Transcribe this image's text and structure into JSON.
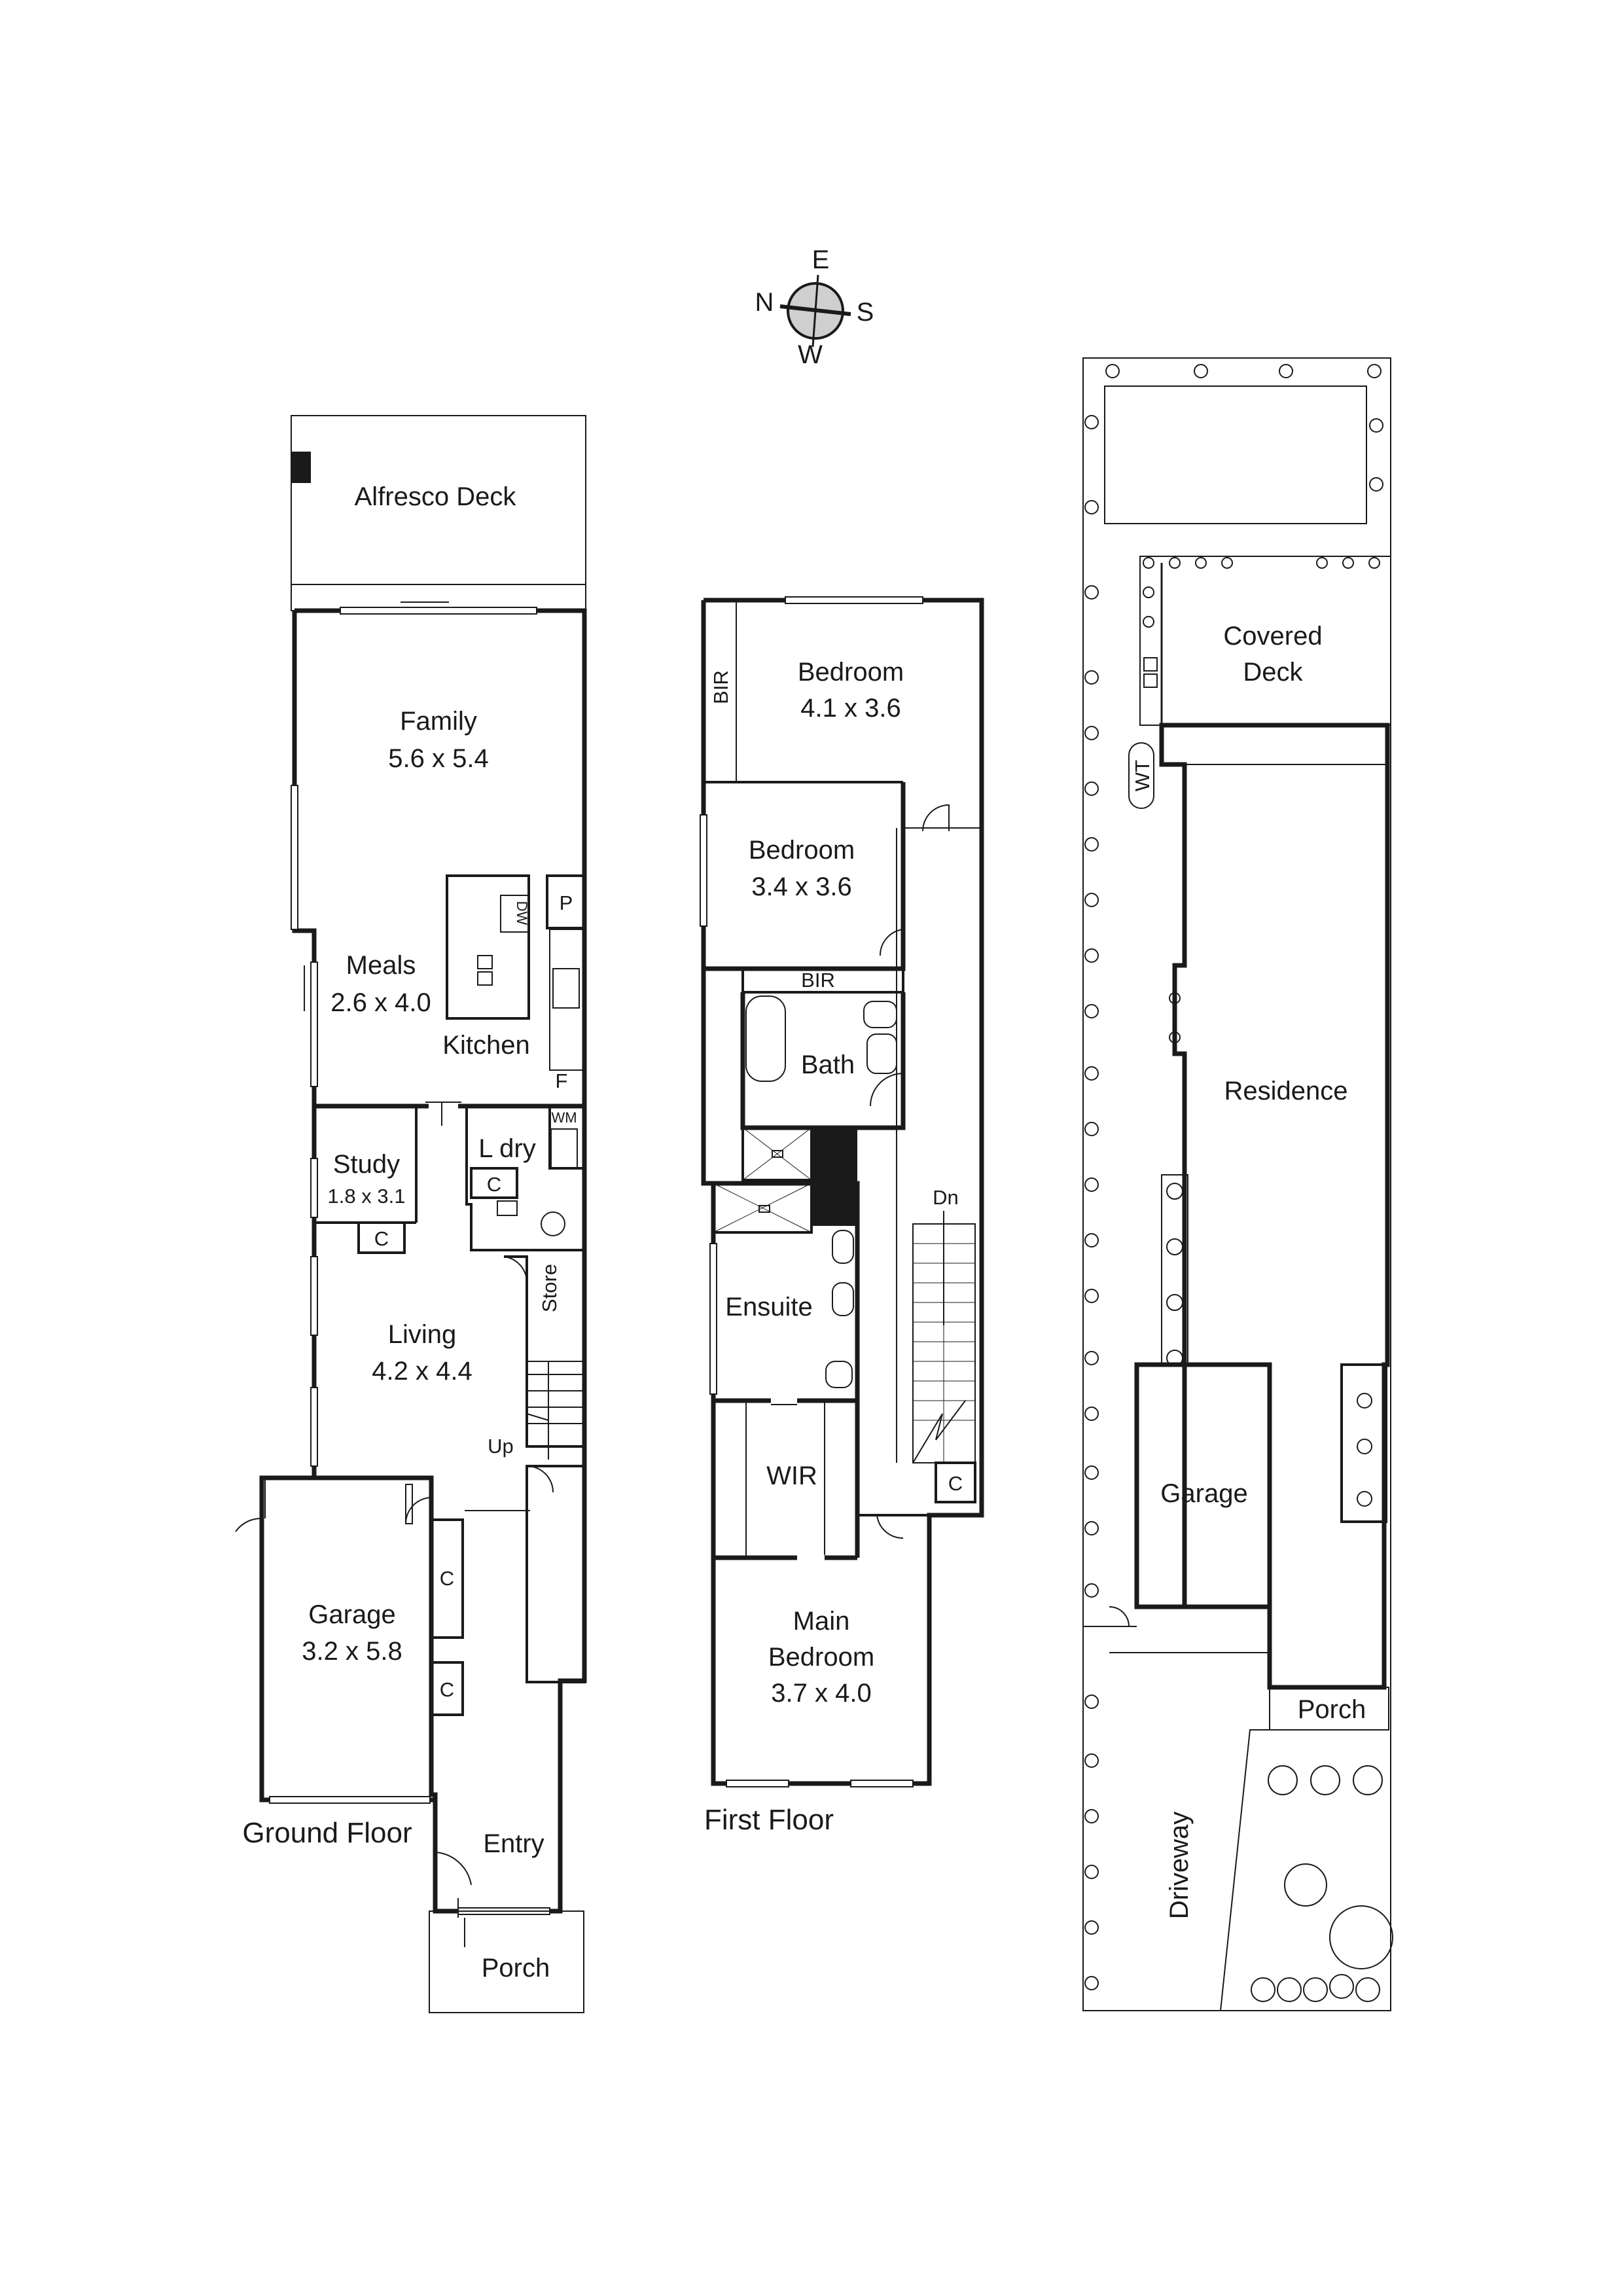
{
  "compass": {
    "n": "N",
    "e": "E",
    "s": "S",
    "w": "W"
  },
  "ground_floor": {
    "caption": "Ground Floor",
    "alfresco": "Alfresco Deck",
    "family": {
      "name": "Family",
      "size": "5.6 x 5.4"
    },
    "meals": {
      "name": "Meals",
      "size": "2.6 x 4.0"
    },
    "kitchen": "Kitchen",
    "pantry": "P",
    "dishwasher": "DW",
    "fridge": "F",
    "washing_machine": "WM",
    "laundry": "L dry",
    "laundry_cupboard": "C",
    "study": {
      "name": "Study",
      "size": "1.8 x 3.1"
    },
    "study_cupboard": "C",
    "store": "Store",
    "living": {
      "name": "Living",
      "size": "4.2 x 4.4"
    },
    "stairs_up": "Up",
    "garage": {
      "name": "Garage",
      "size": "3.2 x 5.8"
    },
    "hall_cupboard_1": "C",
    "hall_cupboard_2": "C",
    "entry": "Entry",
    "porch": "Porch"
  },
  "first_floor": {
    "caption": "First Floor",
    "bedroom_1": {
      "name": "Bedroom",
      "size": "4.1 x 3.6"
    },
    "bir_1": "BIR",
    "bedroom_2": {
      "name": "Bedroom",
      "size": "3.4 x 3.6"
    },
    "bir_2": "BIR",
    "bath": "Bath",
    "ensuite": "Ensuite",
    "wir": "WIR",
    "stairs_down": "Dn",
    "cupboard": "C",
    "main_bedroom": {
      "name": "Main",
      "name2": "Bedroom",
      "size": "3.7 x 4.0"
    }
  },
  "site_plan": {
    "covered_deck": {
      "line1": "Covered",
      "line2": "Deck"
    },
    "water_tank": "WT",
    "residence": "Residence",
    "garage": "Garage",
    "porch": "Porch",
    "driveway": "Driveway"
  },
  "colors": {
    "wall": "#1a1a1a",
    "background": "#ffffff"
  }
}
